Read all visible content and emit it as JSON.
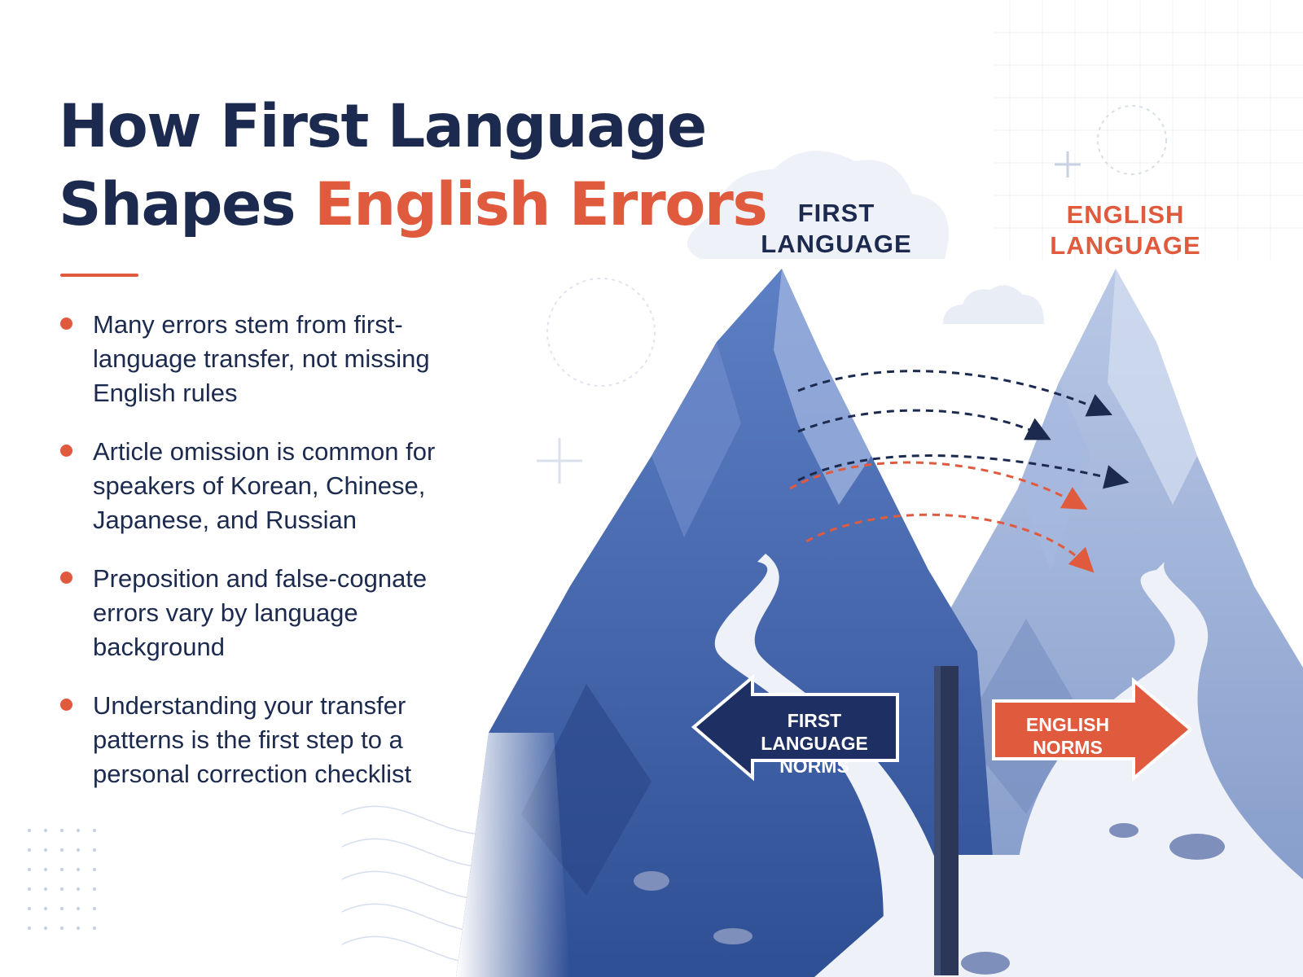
{
  "heading": {
    "line1": "How First Language",
    "line2_prefix": "Shapes ",
    "line2_accent": "English Errors"
  },
  "bullets": [
    "Many errors stem from first-language transfer, not missing English rules",
    "Article omission is common for speakers of Korean, Chinese, Japanese, and Russian",
    "Preposition and false-cognate errors vary by language background",
    "Understanding your transfer patterns is the first step to a personal correction checklist"
  ],
  "peaks": {
    "left": {
      "line1": "FIRST",
      "line2": "LANGUAGE"
    },
    "right": {
      "line1": "ENGLISH",
      "line2": "LANGUAGE"
    }
  },
  "signs": {
    "left": {
      "line1": "FIRST LANGUAGE",
      "line2": "NORMS"
    },
    "right": {
      "line1": "ENGLISH",
      "line2": "NORMS"
    }
  },
  "colors": {
    "navy": "#1b2a4e",
    "accent": "#e05a3e",
    "mountain_left": "#3f66b0",
    "mountain_right": "#8fa8d4",
    "path": "#eef1f7"
  },
  "icons": [
    "mountain-left-icon",
    "mountain-right-icon",
    "signpost-icon",
    "arrow-left-sign-icon",
    "arrow-right-sign-icon",
    "cloud-icon",
    "plus-icon",
    "dotted-circle-icon",
    "dot-grid-icon"
  ]
}
